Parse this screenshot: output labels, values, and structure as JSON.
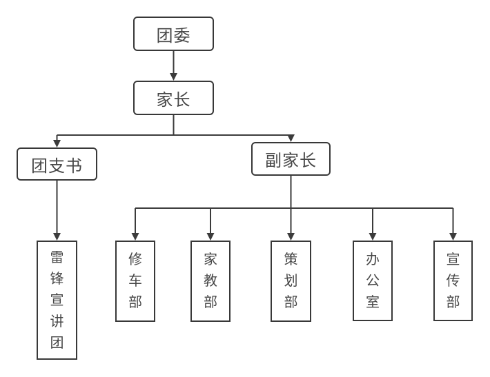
{
  "diagram": {
    "type": "org-chart",
    "colors": {
      "background": "#ffffff",
      "node_border": "#383838",
      "connector": "#3b3b3b",
      "text": "#474747"
    },
    "nodes": {
      "tuanwei": {
        "label": "团委"
      },
      "jiazhang": {
        "label": "家长"
      },
      "tuanzhishu": {
        "label": "团支书"
      },
      "fujiazhang": {
        "label": "副家长"
      },
      "leifeng": {
        "label": "雷锋宣讲团"
      },
      "xiuche": {
        "label": "修车部"
      },
      "jiajiao": {
        "label": "家教部"
      },
      "cehua": {
        "label": "策划部"
      },
      "bangongshi": {
        "label": "办公室"
      },
      "xuanchuan": {
        "label": "宣传部"
      }
    },
    "edges": [
      {
        "from": "团委",
        "to": "家长"
      },
      {
        "from": "家长",
        "to": "团支书"
      },
      {
        "from": "家长",
        "to": "副家长"
      },
      {
        "from": "团支书",
        "to": "雷锋宣讲团"
      },
      {
        "from": "副家长",
        "to": "修车部"
      },
      {
        "from": "副家长",
        "to": "家教部"
      },
      {
        "from": "副家长",
        "to": "策划部"
      },
      {
        "from": "副家长",
        "to": "办公室"
      },
      {
        "from": "副家长",
        "to": "宣传部"
      }
    ]
  }
}
